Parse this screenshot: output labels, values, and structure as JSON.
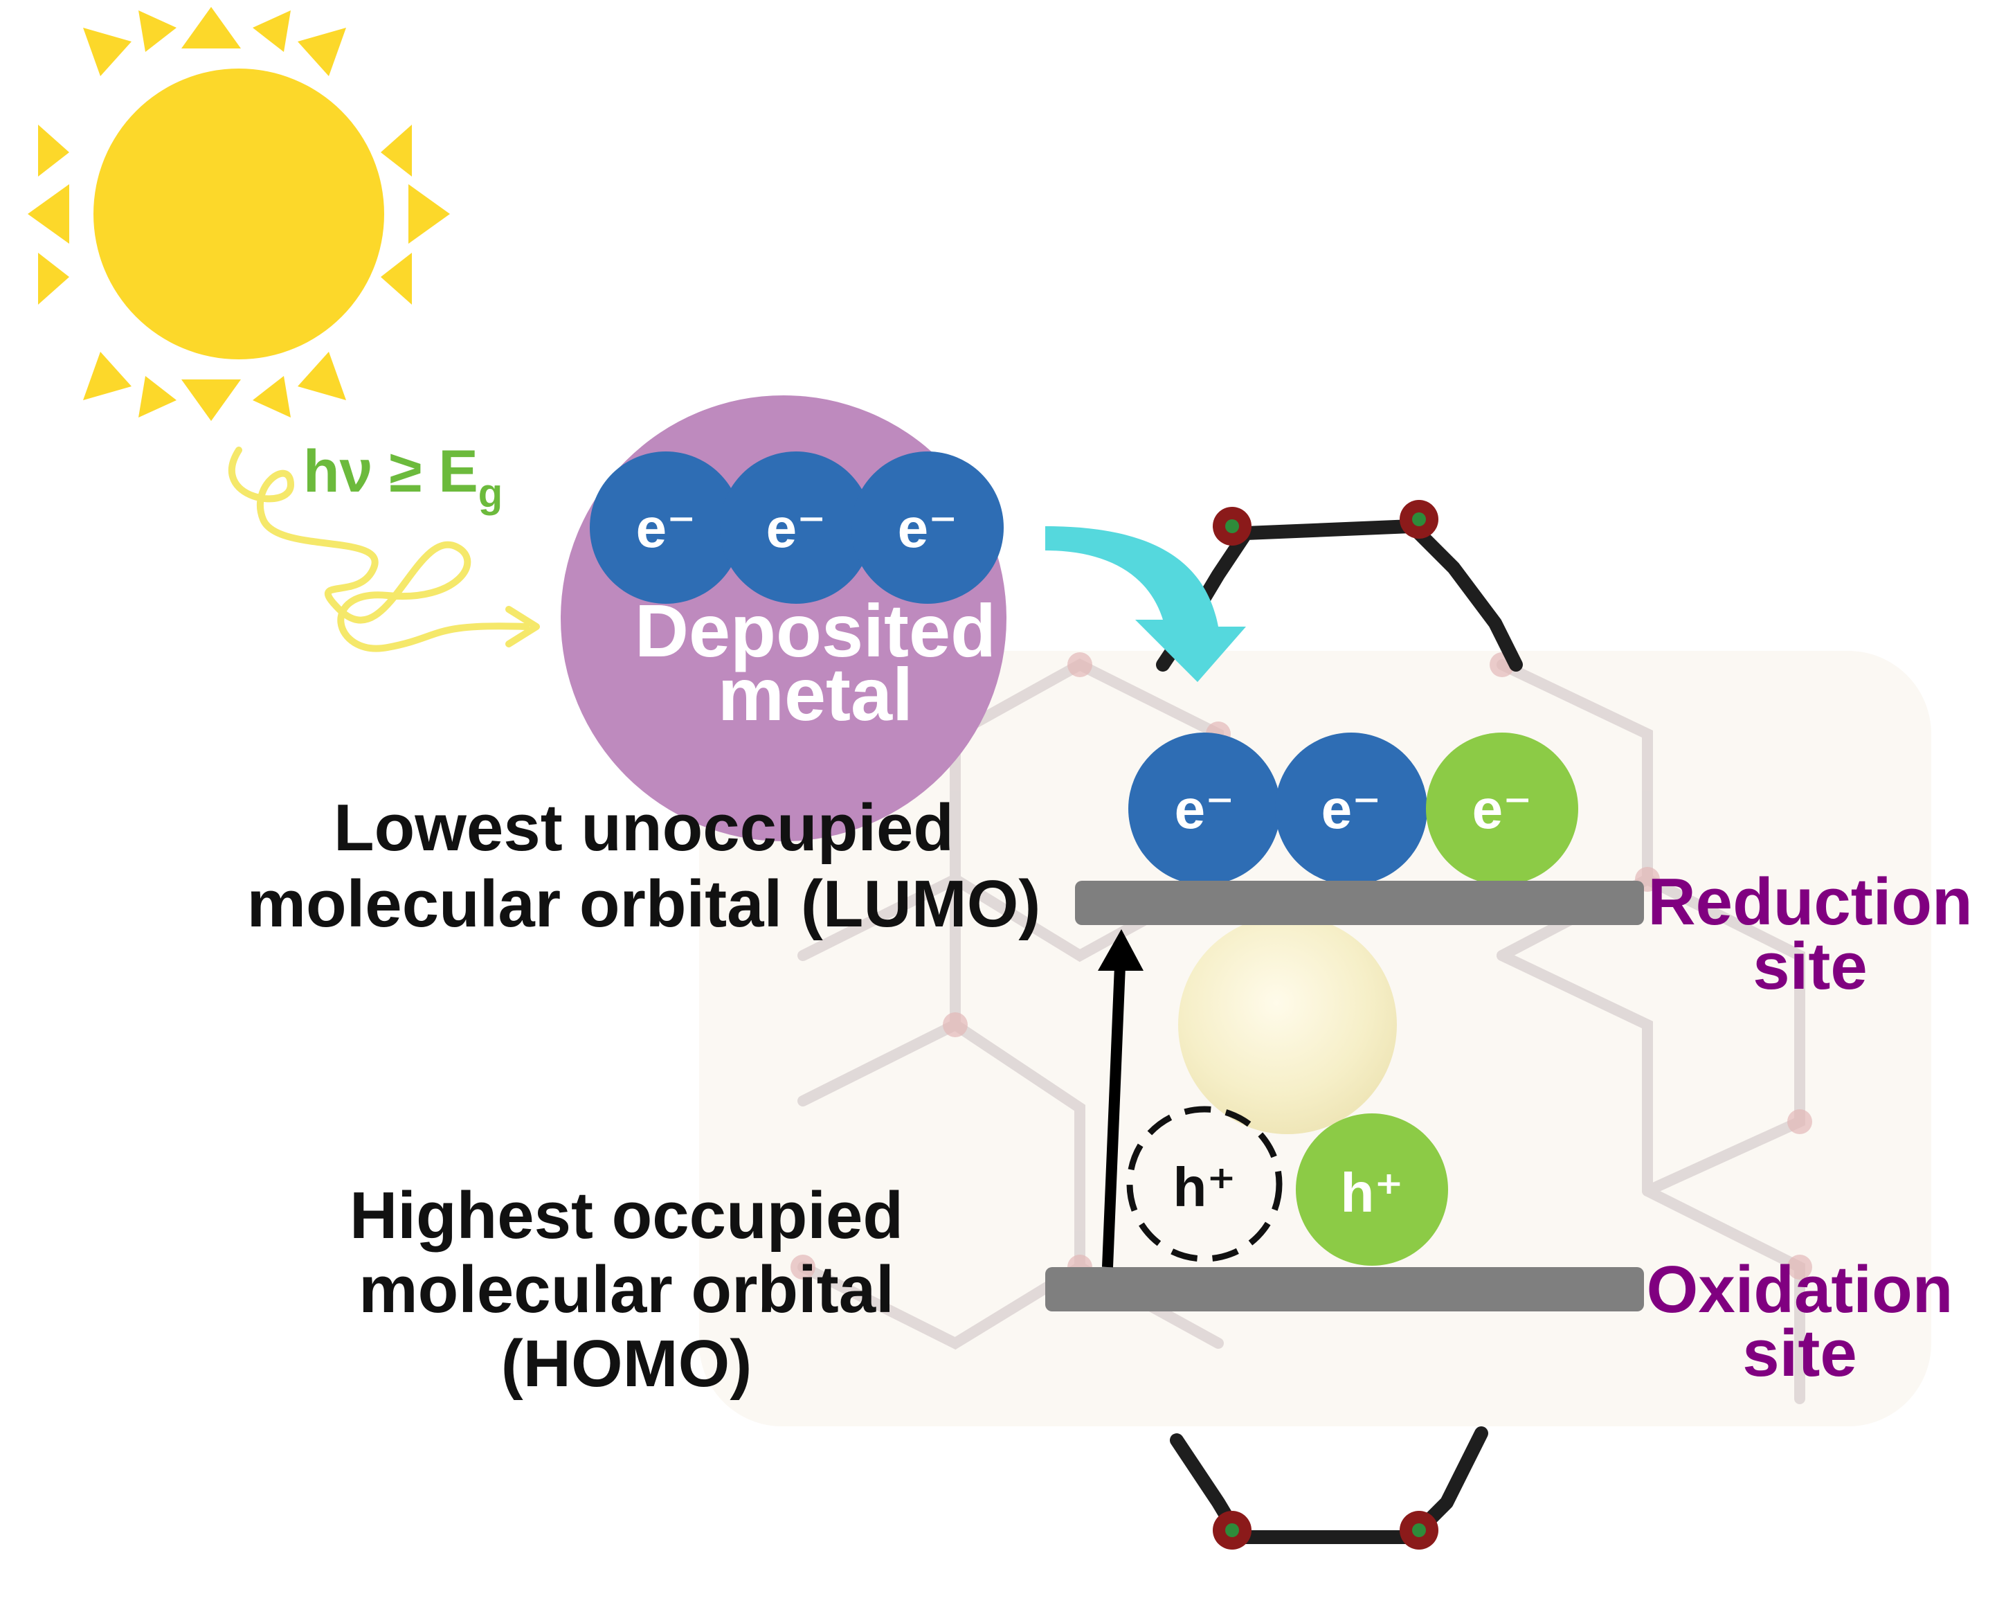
{
  "energy": {
    "label": "hν ≥ E",
    "subscript": "g"
  },
  "metal": {
    "line1": "Deposited",
    "line2": "metal",
    "electrons": [
      "e⁻",
      "e⁻",
      "e⁻"
    ]
  },
  "lumo": {
    "line1": "Lowest unoccupied",
    "line2": "molecular orbital (LUMO)",
    "electrons": [
      "e⁻",
      "e⁻",
      "e⁻"
    ]
  },
  "homo": {
    "line1": "Highest occupied",
    "line2": "molecular orbital",
    "line3": "(HOMO)"
  },
  "holes": {
    "vacated": "h⁺",
    "remaining": "h⁺"
  },
  "sites": {
    "reduction_line1": "Reduction",
    "reduction_line2": "site",
    "oxidation_line1": "Oxidation",
    "oxidation_line2": "site"
  },
  "colors": {
    "sun": "#FCD82A",
    "electron_blue": "#2E6DB4",
    "electron_green": "#8CCB46",
    "metal": "#BE8ABE",
    "transfer_arrow": "#55D8DD",
    "band": "#7F7F7F",
    "site_label": "#800080",
    "photon_wave": "#F5E86A"
  }
}
